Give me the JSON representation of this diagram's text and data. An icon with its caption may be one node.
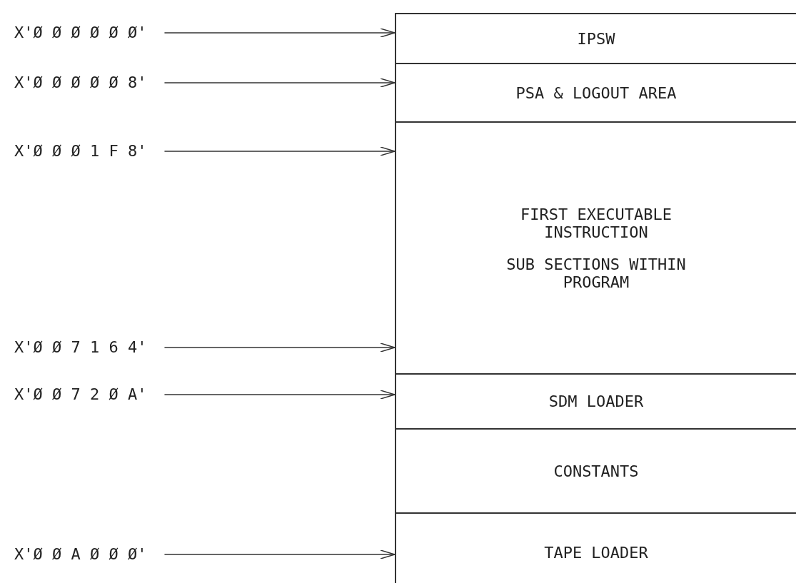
{
  "diagram": {
    "nodes": [
      {
        "text": [
          "X'Ø Ø Ø Ø Ø Ø'"
        ]
      },
      {
        "text": [
          "X'Ø Ø Ø Ø Ø 8'"
        ]
      },
      {
        "text": [
          "X'Ø Ø Ø 1 F 8'"
        ]
      },
      {
        "text": [
          "X'Ø Ø 7 1 6 4'"
        ]
      },
      {
        "text": [
          "X'Ø Ø 7 2 Ø A'"
        ]
      },
      {
        "text": [
          "X'Ø Ø A Ø Ø Ø'"
        ]
      },
      {
        "text": [
          "IPSW"
        ]
      },
      {
        "text": [
          "PSA & LOGOUT AREA"
        ]
      },
      {
        "text": [
          "FIRST EXECUTABLE INSTRUCTION",
          "SUB SECTIONS WITHIN PROGRAM"
        ]
      },
      {
        "text": [
          "SDM LOADER"
        ]
      },
      {
        "text": [
          "CONSTANTS"
        ]
      },
      {
        "text": [
          "TAPE LOADER"
        ]
      }
    ],
    "edges": [
      {
        "from": 0,
        "to": 6,
        "arrow": "to"
      },
      {
        "from": 1,
        "to": 7,
        "arrow": "to"
      },
      {
        "from": 2,
        "to": 8,
        "arrow": "to"
      },
      {
        "from": 3,
        "to": 8,
        "arrow": "to"
      },
      {
        "from": 4,
        "to": 9,
        "arrow": "to"
      },
      {
        "from": 5,
        "to": 11,
        "arrow": "to"
      }
    ]
  }
}
